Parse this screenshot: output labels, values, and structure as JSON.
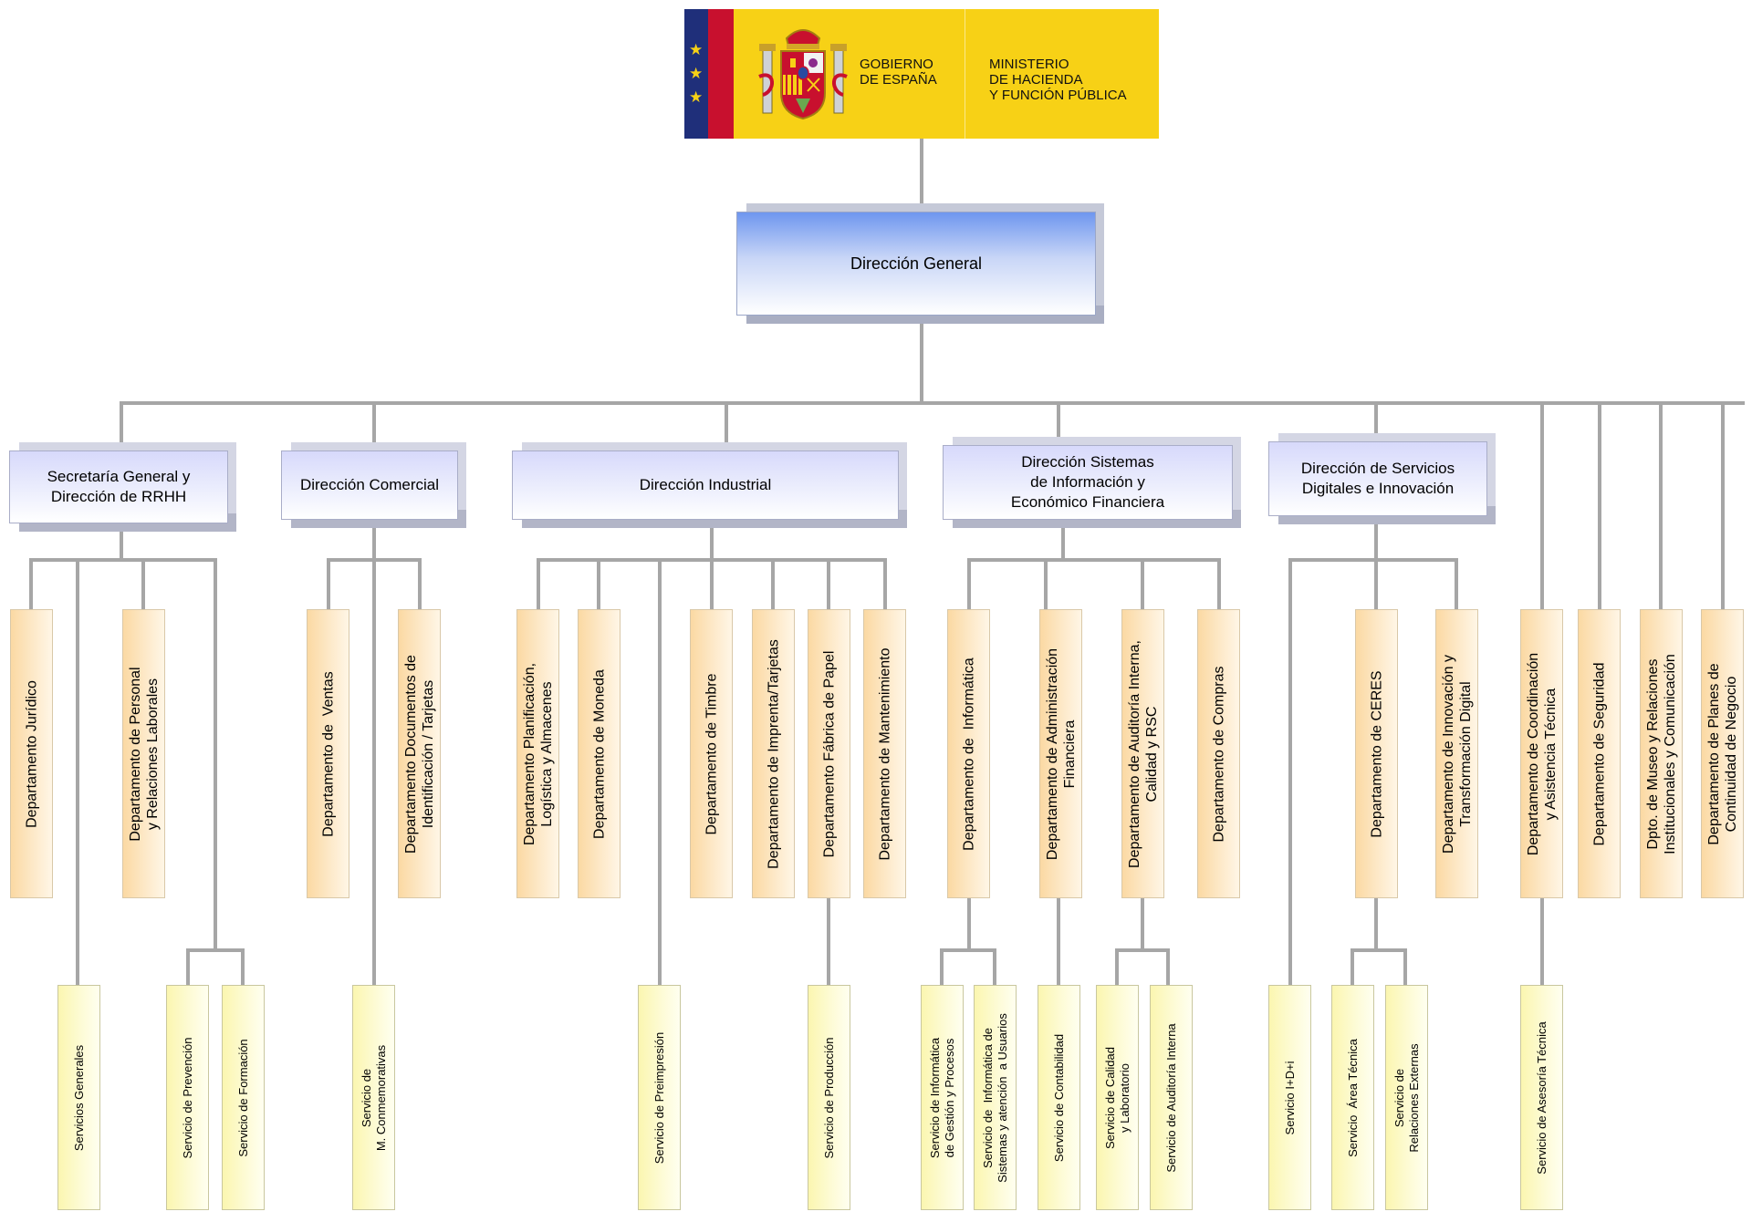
{
  "header": {
    "government": "GOBIERNO\nDE ESPAÑA",
    "ministry": "MINISTERIO\nDE HACIENDA\nY FUNCIÓN PÚBLICA",
    "logo_icon": "coat-of-arms-icon",
    "colors": {
      "gold": "#f7d116",
      "red": "#c8102e",
      "blue": "#1f2f7a"
    }
  },
  "colors": {
    "connector": "#a6a6a6",
    "level1": "#6e96ef",
    "level2": "#d7d9fb",
    "department": "#fbd9a3",
    "service": "#fbf6b0"
  },
  "top": {
    "label": "Dirección General"
  },
  "directorates": [
    {
      "label": "Secretaría General y\nDirección de RRHH"
    },
    {
      "label": "Dirección Comercial"
    },
    {
      "label": "Dirección Industrial"
    },
    {
      "label": "Dirección Sistemas\nde Información y\nEconómico Financiera"
    },
    {
      "label": "Dirección de Servicios\nDigitales  e Innovación"
    }
  ],
  "departments": [
    {
      "label": "Departamento Jurídico"
    },
    {
      "label": "Departamento de Personal\ny Relaciones Laborales"
    },
    {
      "label": "Departamento de  Ventas"
    },
    {
      "label": "Departamento Documentos de\nIdentificación / Tarjetas"
    },
    {
      "label": "Departamento Planificación,\nLogística y Almacenes"
    },
    {
      "label": "Departamento de Moneda"
    },
    {
      "label": "Departamento de Timbre"
    },
    {
      "label": "Departamento de Imprenta/Tarjetas"
    },
    {
      "label": "Departamento Fábrica de Papel"
    },
    {
      "label": "Departamento de Mantenimiento"
    },
    {
      "label": "Departamento de  Informática"
    },
    {
      "label": "Departamento de Administración\nFinanciera"
    },
    {
      "label": "Departamento de Auditoría Interna,\nCalidad y RSC"
    },
    {
      "label": "Departamento de Compras"
    },
    {
      "label": "Departamento de CERES"
    },
    {
      "label": "Departamento de Innovación y\nTransformación Digital"
    },
    {
      "label": "Departamento de Coordinación\ny Asistencia Técnica"
    },
    {
      "label": "Departamento de Seguridad"
    },
    {
      "label": "Dpto. de Museo y Relaciones\nInstitucionales y Comunicación"
    },
    {
      "label": "Departamento de Planes de\nContinuidad de Negocio"
    }
  ],
  "services": [
    {
      "label": "Servicios Generales"
    },
    {
      "label": "Servicio de Prevención"
    },
    {
      "label": "Servicio de Formación"
    },
    {
      "label": "Servicio de\nM. Conmemorativas"
    },
    {
      "label": "Servicio de Preimpresión"
    },
    {
      "label": "Servicio de Producción"
    },
    {
      "label": "Servicio de Informática\nde Gestión y Procesos"
    },
    {
      "label": "Servicio de  Informática de\nSistemas y atención  a Usuarios"
    },
    {
      "label": "Servicio de Contabilidad"
    },
    {
      "label": "Servicio de Calidad\ny Laboratorio"
    },
    {
      "label": "Servicio de Auditoría Interna"
    },
    {
      "label": "Servicio I+D+i"
    },
    {
      "label": "Servicio  Área Técnica"
    },
    {
      "label": "Servicio de\nRelaciones Externas"
    },
    {
      "label": "Servicio de Asesoría Técnica"
    }
  ]
}
